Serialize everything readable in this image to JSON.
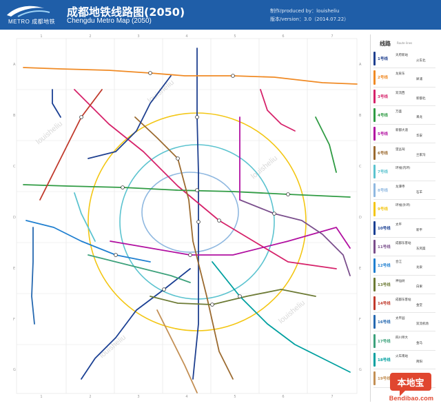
{
  "header": {
    "logo_text": "METRO 成都地铁",
    "title_cn": "成都地铁线路图(2050)",
    "title_en": "Chengdu Metro Map (2050)",
    "credit": "制作/produced by：louisheliu",
    "version": "版本/version：3.0（2014.07.22）"
  },
  "legend": {
    "title": "线路",
    "subtitle": "Route lines",
    "lines": [
      {
        "name": "1号线",
        "color": "#1e3f8f",
        "from": "天府新站",
        "to": "火车北"
      },
      {
        "name": "2号线",
        "color": "#f08a24",
        "from": "龙泉东",
        "to": "犀浦"
      },
      {
        "name": "3号线",
        "color": "#d6226a",
        "from": "双流西",
        "to": "新都北"
      },
      {
        "name": "4号线",
        "color": "#2f9b43",
        "from": "万盛",
        "to": "来龙"
      },
      {
        "name": "5号线",
        "color": "#b10fa0",
        "from": "新都大道",
        "to": "华安"
      },
      {
        "name": "6号线",
        "color": "#9b6a2f",
        "from": "望丛祠",
        "to": "兰家沟"
      },
      {
        "name": "7号线",
        "color": "#5bc3cf",
        "from": "环线(内环)",
        "to": ""
      },
      {
        "name": "8号线",
        "color": "#8fb8e0",
        "from": "龙潭寺",
        "to": "石羊"
      },
      {
        "name": "9号线",
        "color": "#f3c613",
        "from": "环线(外环)",
        "to": ""
      },
      {
        "name": "10号线",
        "color": "#1a3f93",
        "from": "太平",
        "to": "新平"
      },
      {
        "name": "11号线",
        "color": "#7a4e8c",
        "from": "成都东客站",
        "to": "东风渠"
      },
      {
        "name": "12号线",
        "color": "#1f7fd0",
        "from": "合江",
        "to": "龙泉"
      },
      {
        "name": "13号线",
        "color": "#6c7a34",
        "from": "神仙树",
        "to": "白果"
      },
      {
        "name": "14号线",
        "color": "#c0392b",
        "from": "成都东客站",
        "to": "金堂"
      },
      {
        "name": "16号线",
        "color": "#2568b0",
        "from": "太平园",
        "to": "双流机场"
      },
      {
        "name": "17号线",
        "color": "#3ca17b",
        "from": "四川师大",
        "to": "金马"
      },
      {
        "name": "18号线",
        "color": "#00a0a0",
        "from": "火车南站",
        "to": "简阳"
      },
      {
        "name": "19号线",
        "color": "#c38f54",
        "from": "新津",
        "to": "天府机场"
      }
    ]
  },
  "map": {
    "colors": {
      "line1": "#1e3f8f",
      "line2": "#f08a24",
      "line3": "#d6226a",
      "line4": "#2f9b43",
      "line5": "#b10fa0",
      "line6": "#9b6a2f",
      "line7": "#5bc3cf",
      "line8": "#8fb8e0",
      "line9": "#f3c613",
      "line10": "#1a3f93",
      "line11": "#7a4e8c",
      "line12": "#1f7fd0",
      "line13": "#6c7a34",
      "line14": "#c0392b",
      "line16": "#2568b0",
      "line17": "#3ca17b",
      "line18": "#00a0a0",
      "line19": "#c38f54"
    },
    "grid_cols": [
      "1",
      "2",
      "3",
      "4",
      "5",
      "6",
      "7"
    ],
    "grid_rows": [
      "A",
      "B",
      "C",
      "D",
      "E",
      "F",
      "G"
    ],
    "watermark": "louisheliu"
  },
  "badge": {
    "icon": "bendibao-icon",
    "text_cn": "本地宝",
    "site": "Bendibao.com",
    "color": "#e0462f"
  }
}
